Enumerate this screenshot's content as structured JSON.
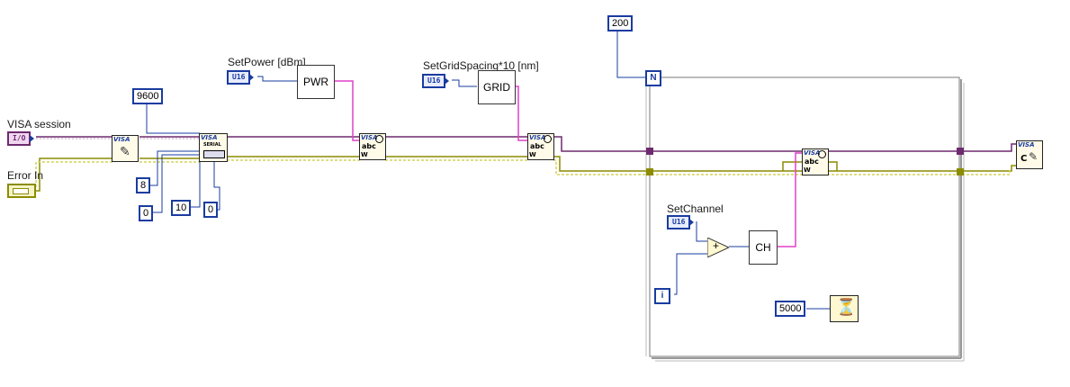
{
  "controls": {
    "visa_session": {
      "label": "VISA session",
      "terminal": "I/O"
    },
    "error_in": {
      "label": "Error In"
    },
    "set_power": {
      "label": "SetPower [dBm]",
      "terminal": "U16"
    },
    "set_grid_spacing": {
      "label": "SetGridSpacing*10 [nm]",
      "terminal": "U16"
    },
    "set_channel": {
      "label": "SetChannel",
      "terminal": "U16"
    }
  },
  "constants": {
    "baud_rate": "9600",
    "data_bits": "8",
    "parity": "0",
    "stop_bits": "10",
    "flow_control": "0",
    "loop_count": "200",
    "wait_ms": "5000"
  },
  "subvis": {
    "pwr": "PWR",
    "grid": "GRID",
    "ch": "CH"
  },
  "nodes": {
    "visa_open": "VISA",
    "visa_serial_title": "VISA",
    "visa_serial_sub": "SERIAL",
    "visa_write": "VISA",
    "visa_write_abc": "abc",
    "visa_write_w": "W",
    "visa_close": "VISA",
    "visa_close_c": "C",
    "add": "+",
    "loop_n": "N",
    "loop_i": "i"
  },
  "colors": {
    "visa_wire": "#6e2a6e",
    "error_wire": "#8c8c00",
    "string_wire": "#e040c8",
    "numeric_wire": "#1a3ca0",
    "loop_border": "#888888"
  }
}
